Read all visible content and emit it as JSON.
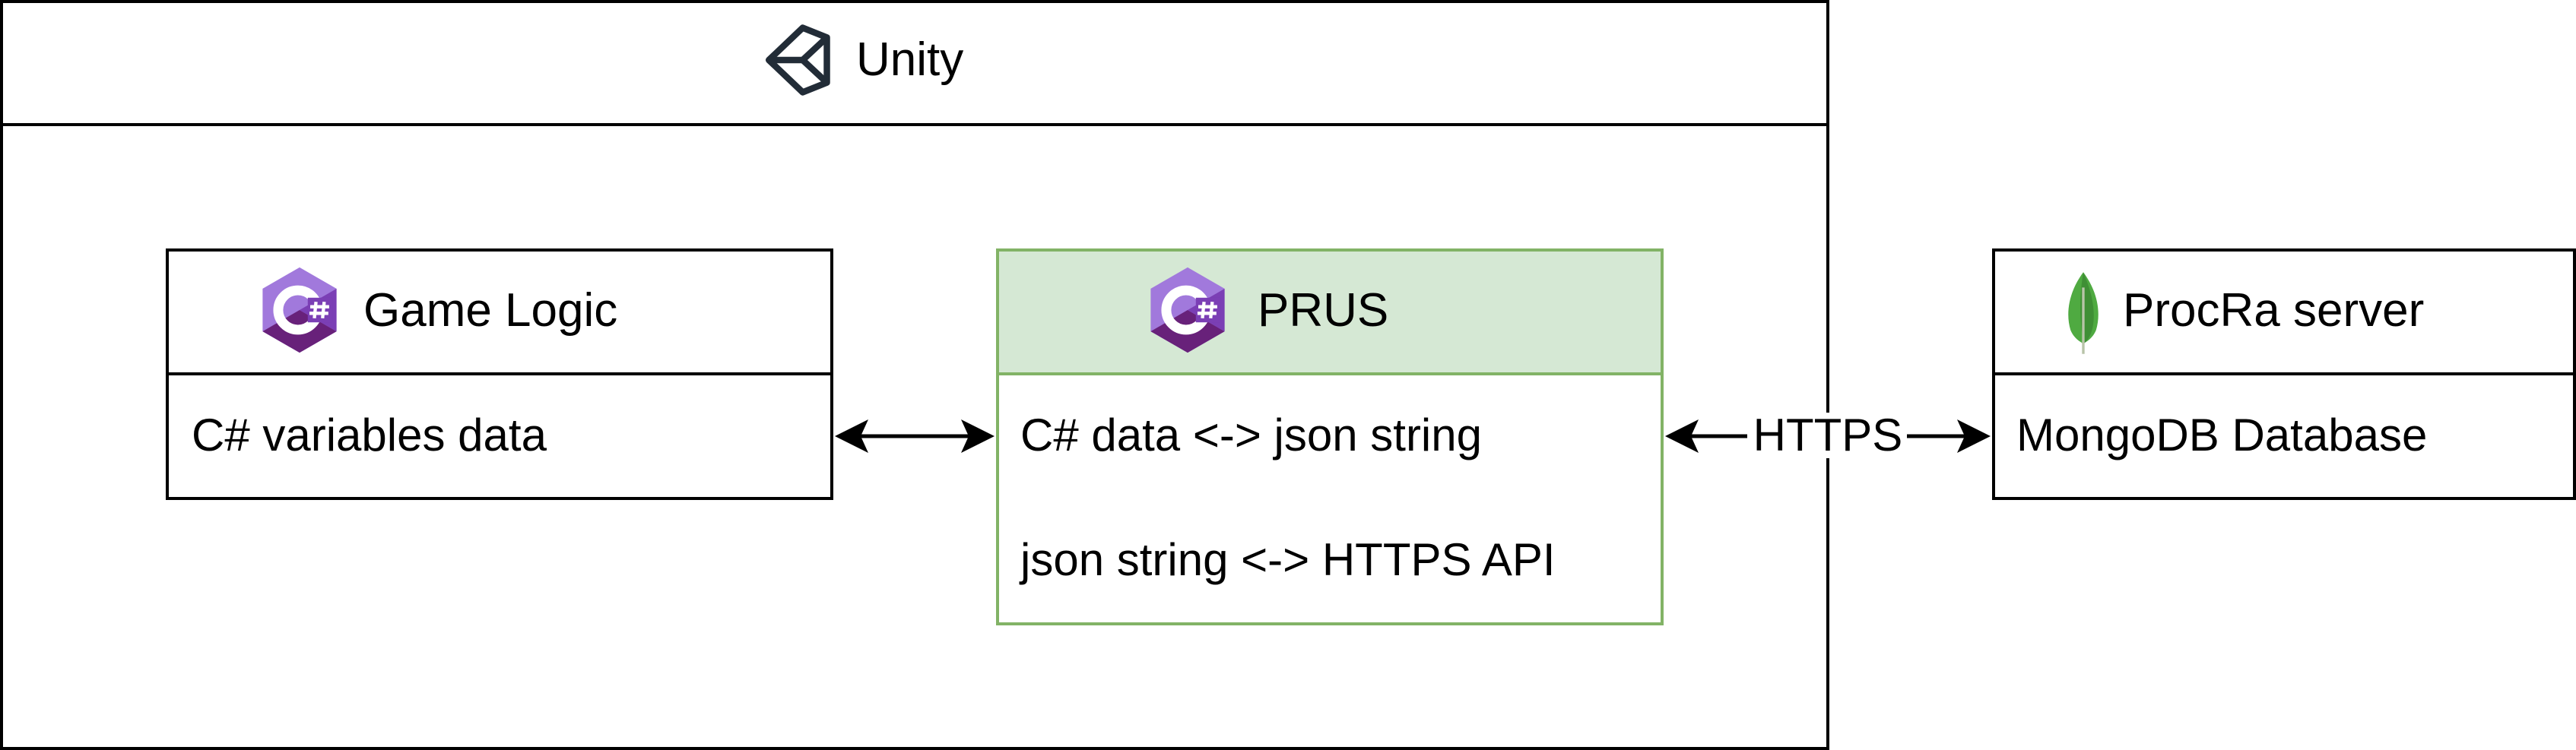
{
  "containers": {
    "unity": {
      "title": "Unity"
    }
  },
  "nodes": {
    "game_logic": {
      "title": "Game Logic",
      "rows": [
        "C# variables data"
      ]
    },
    "prus": {
      "title": "PRUS",
      "rows": [
        "C# data <-> json string",
        "json string <-> HTTPS API"
      ],
      "fill": "#d5e8d4",
      "stroke": "#82b366"
    },
    "procra": {
      "title": "ProcRa server",
      "rows": [
        "MongoDB Database"
      ]
    }
  },
  "edges": {
    "prus_procra": {
      "label": "HTTPS"
    }
  },
  "icons": {
    "unity": "unity-logo-icon",
    "csharp": "csharp-logo-icon",
    "mongodb": "mongodb-leaf-icon"
  },
  "colors": {
    "csharp_light": "#a179dc",
    "csharp_dark": "#68217a",
    "mongodb_green": "#4faa41",
    "unity_dark": "#222c37"
  }
}
